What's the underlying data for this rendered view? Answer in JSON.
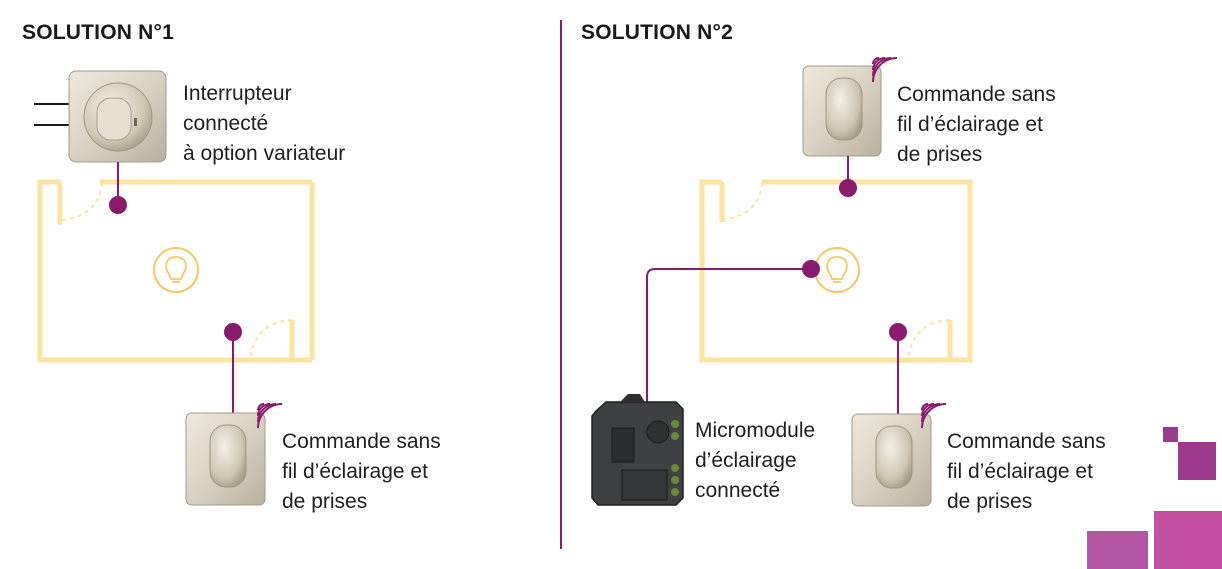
{
  "solution1": {
    "title": "SOLUTION N°1",
    "switch_label": [
      "Interrupteur",
      "connecté",
      "à option variateur"
    ],
    "remote_label": [
      "Commande sans",
      "fil d’éclairage et",
      "de prises"
    ]
  },
  "solution2": {
    "title": "SOLUTION N°2",
    "remote_top_label": [
      "Commande sans",
      "fil d’éclairage et",
      "de prises"
    ],
    "micromodule_label": [
      "Micromodule",
      "d’éclairage",
      "connecté"
    ],
    "remote_bottom_label": [
      "Commande sans",
      "fil d’éclairage et",
      "de prises"
    ]
  },
  "colors": {
    "accent_purple": "#8a1a6e",
    "room_outline": "#fde3a0",
    "bulb_icon": "#f6c85f",
    "divider": "#8a1a6e",
    "corner_pink": "#c24fa0",
    "corner_violet": "#9c3a8e"
  },
  "icons": [
    "switch-device-icon",
    "light-bulb-icon",
    "wireless-signal-icon",
    "micromodule-device-icon"
  ]
}
